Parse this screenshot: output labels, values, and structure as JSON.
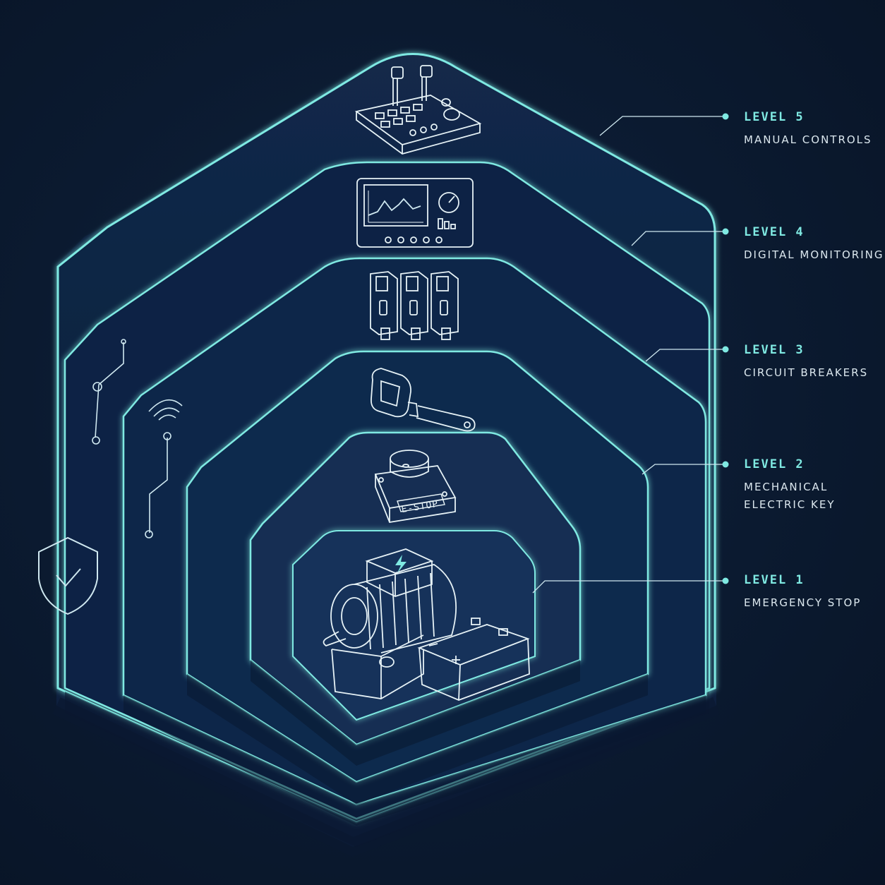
{
  "colors": {
    "background": "#0b1a30",
    "accent_glow": "#7fe9e2",
    "line": "#cfe8f0",
    "text": "#dbe7ee"
  },
  "levels": [
    {
      "title": "LEVEL 5",
      "subtitle": "MANUAL CONTROLS",
      "icon": "control-panel-icon"
    },
    {
      "title": "LEVEL 4",
      "subtitle": "DIGITAL MONITORING",
      "icon": "monitor-icon"
    },
    {
      "title": "LEVEL 3",
      "subtitle": "CIRCUIT BREAKERS",
      "icon": "circuit-breaker-icon"
    },
    {
      "title": "LEVEL 2",
      "subtitle": "MECHANICAL\nELECTRIC KEY",
      "icon": "key-icon"
    },
    {
      "title": "LEVEL 1",
      "subtitle": "EMERGENCY STOP",
      "icon": "estop-button-icon"
    }
  ],
  "estop_label": "E-STOP",
  "core_icons": [
    "motor-icon",
    "battery-icon",
    "lightning-icon"
  ],
  "decor_icons": [
    "shield-check-icon",
    "wireless-signal-icon",
    "circuit-trace-icon"
  ]
}
